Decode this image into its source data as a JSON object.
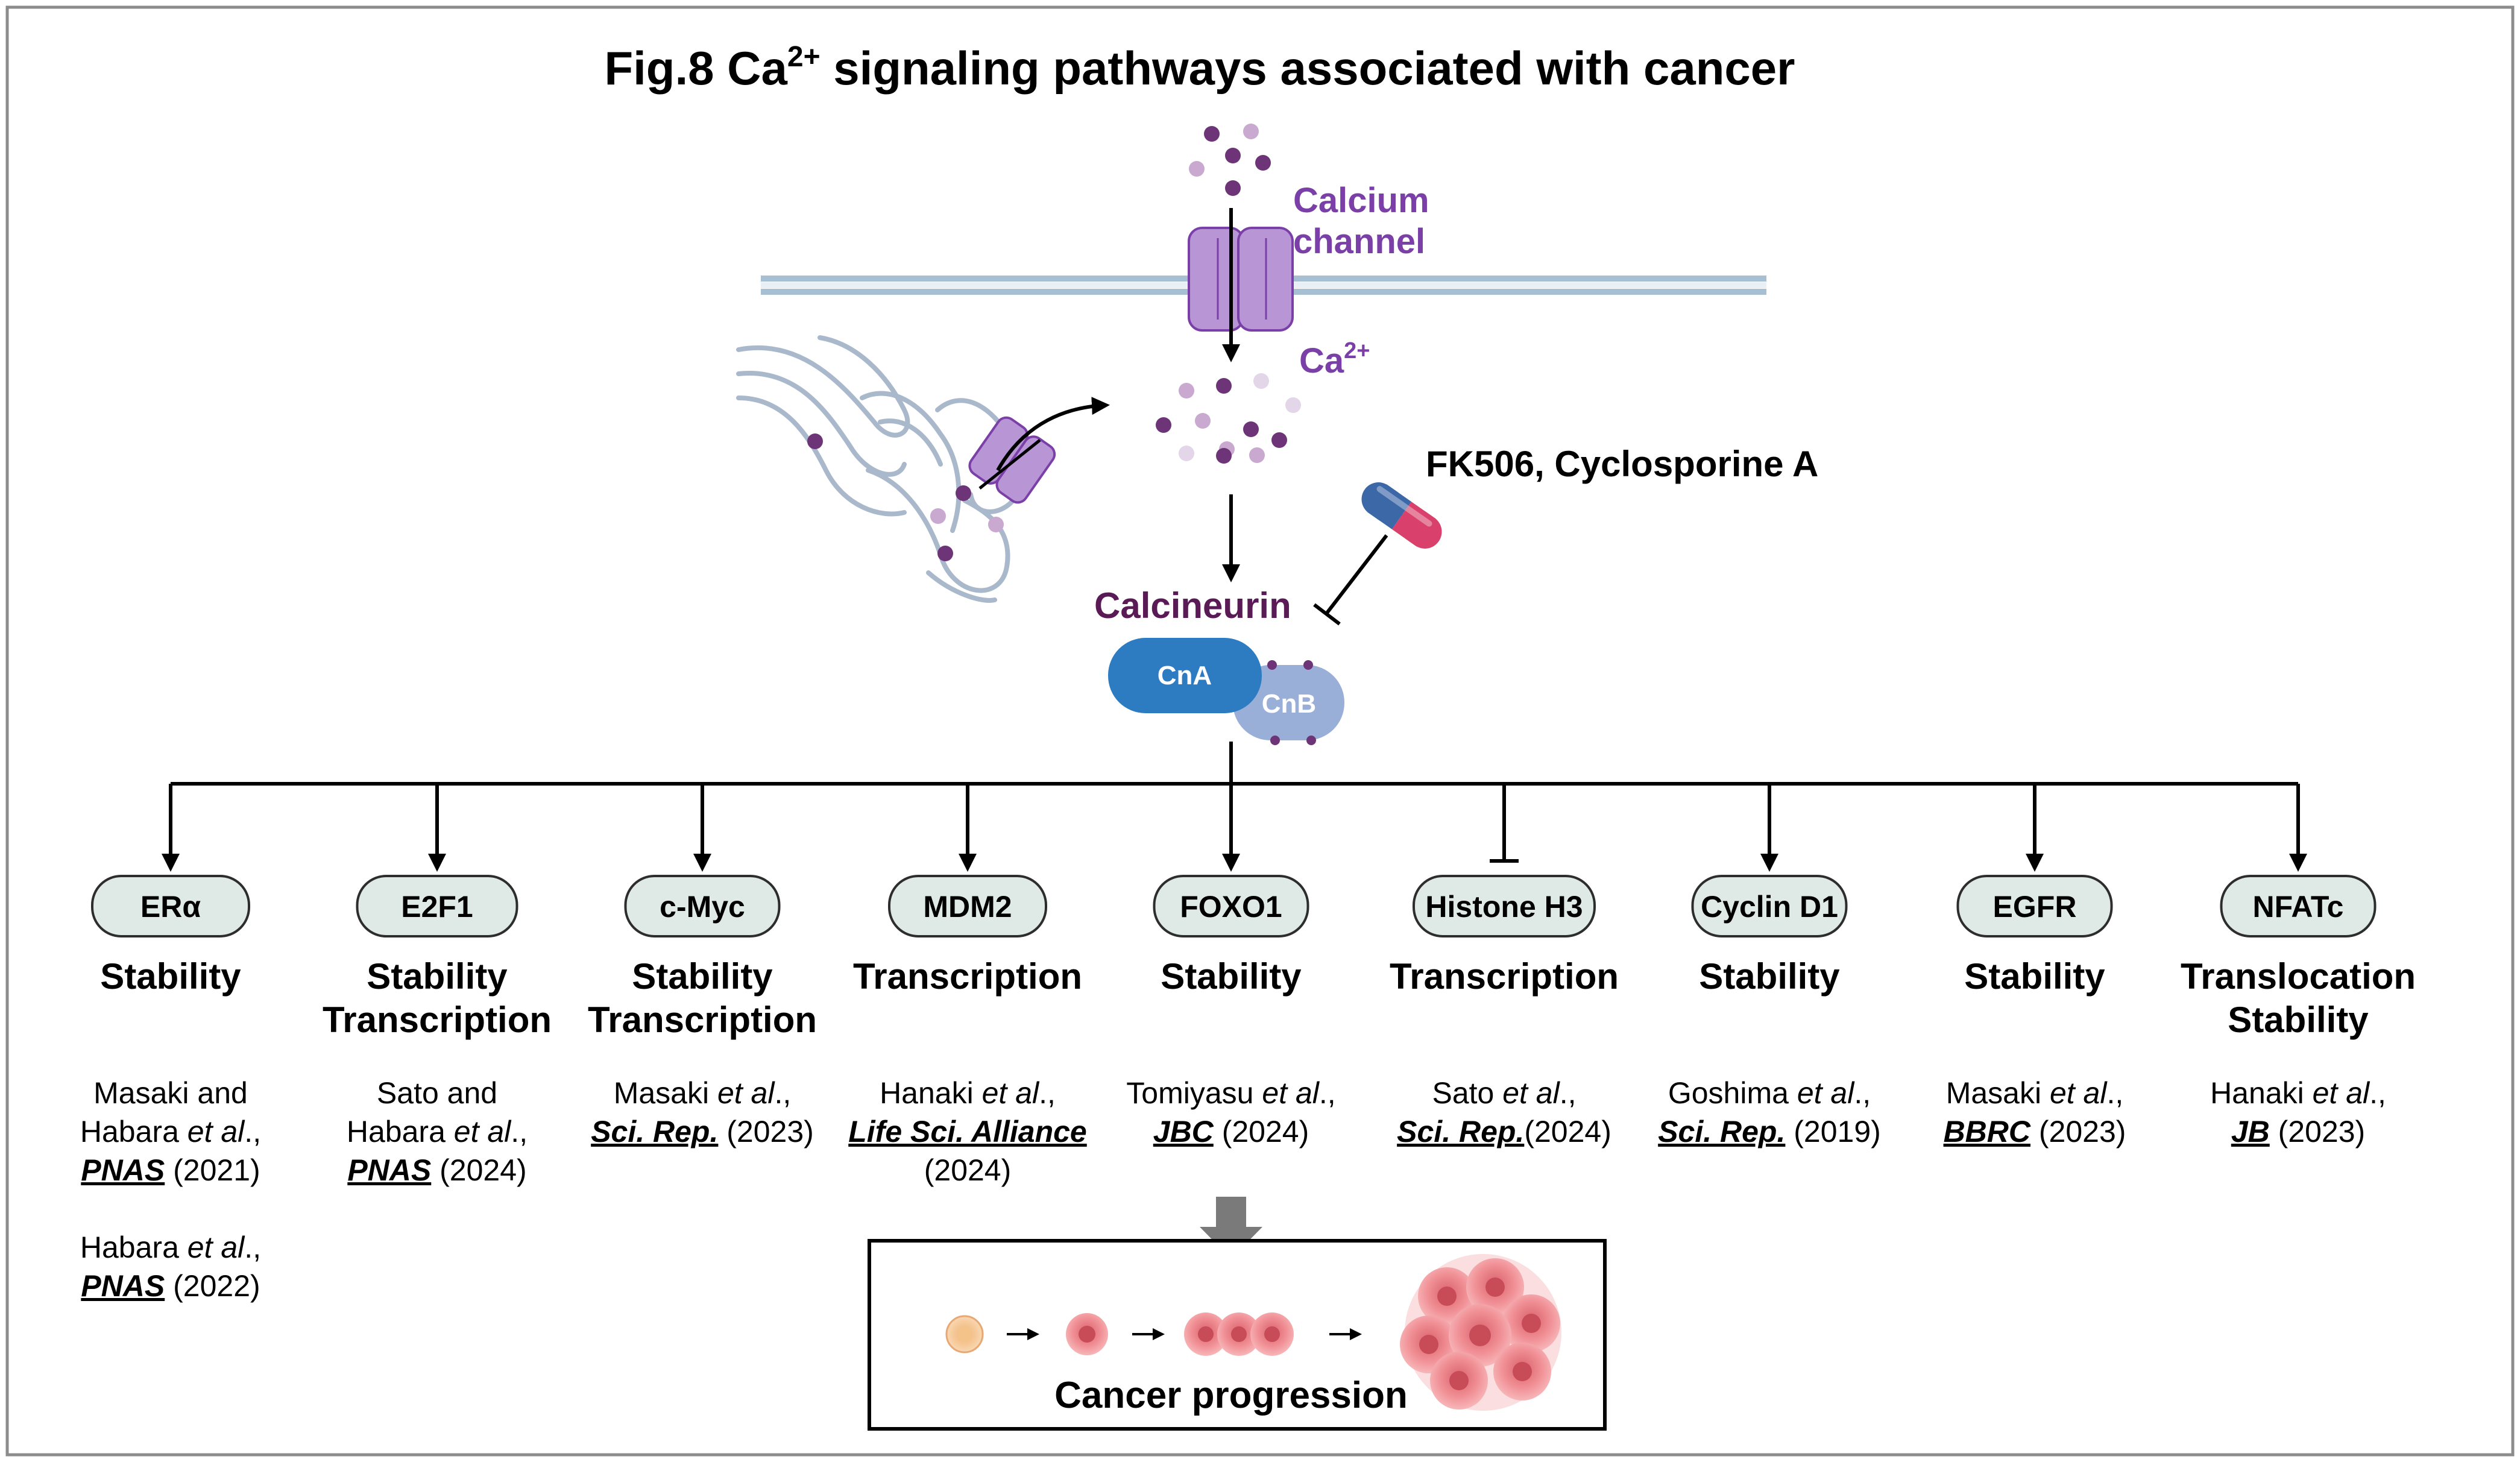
{
  "title": {
    "prefix": "Fig.8 Ca",
    "superscript": "2+",
    "suffix": " signaling pathways associated with cancer"
  },
  "labels": {
    "calcium_channel_line1": "Calcium",
    "calcium_channel_line2": "channel",
    "ca_ion": "Ca",
    "ca_ion_sup": "2+",
    "inhibitors": "FK506, Cyclosporine A",
    "calcineurin": "Calcineurin",
    "cna": "CnA",
    "cnb": "CnB",
    "cancer_progression": "Cancer progression"
  },
  "targets": [
    {
      "name": "ERα",
      "effect1": "Stability",
      "effect2": "",
      "arrow": "activate",
      "refs": [
        [
          {
            "t": "Masaki and"
          }
        ],
        [
          {
            "t": "Habara "
          },
          {
            "t": "et al",
            "i": true
          },
          {
            "t": ".,"
          }
        ],
        [
          {
            "t": "PNAS",
            "j": true
          },
          {
            "t": " (2021)"
          }
        ],
        [],
        [
          {
            "t": "Habara "
          },
          {
            "t": "et al",
            "i": true
          },
          {
            "t": ".,"
          }
        ],
        [
          {
            "t": "PNAS",
            "j": true
          },
          {
            "t": " (2022)"
          }
        ]
      ]
    },
    {
      "name": "E2F1",
      "effect1": "Stability",
      "effect2": "Transcription",
      "arrow": "activate",
      "refs": [
        [
          {
            "t": "Sato and"
          }
        ],
        [
          {
            "t": "Habara "
          },
          {
            "t": "et al",
            "i": true
          },
          {
            "t": ".,"
          }
        ],
        [
          {
            "t": "PNAS",
            "j": true
          },
          {
            "t": " (2024)"
          }
        ]
      ]
    },
    {
      "name": "c-Myc",
      "effect1": "Stability",
      "effect2": "Transcription",
      "arrow": "activate",
      "refs": [
        [
          {
            "t": "Masaki "
          },
          {
            "t": "et al",
            "i": true
          },
          {
            "t": ".,"
          }
        ],
        [
          {
            "t": "Sci. Rep.",
            "j": true
          },
          {
            "t": " (2023)"
          }
        ]
      ]
    },
    {
      "name": "MDM2",
      "effect1": "Transcription",
      "effect2": "",
      "arrow": "activate",
      "refs": [
        [
          {
            "t": "Hanaki "
          },
          {
            "t": "et al",
            "i": true
          },
          {
            "t": ".,"
          }
        ],
        [
          {
            "t": "Life Sci. Alliance",
            "j": true
          }
        ],
        [
          {
            "t": "(2024)"
          }
        ]
      ]
    },
    {
      "name": "FOXO1",
      "effect1": "Stability",
      "effect2": "",
      "arrow": "activate",
      "refs": [
        [
          {
            "t": "Tomiyasu "
          },
          {
            "t": "et al",
            "i": true
          },
          {
            "t": ".,"
          }
        ],
        [
          {
            "t": "JBC",
            "j": true
          },
          {
            "t": " (2024)"
          }
        ]
      ]
    },
    {
      "name": "Histone H3",
      "effect1": "Transcription",
      "effect2": "",
      "arrow": "inhibit",
      "refs": [
        [
          {
            "t": "Sato "
          },
          {
            "t": "et al",
            "i": true
          },
          {
            "t": ".,"
          }
        ],
        [
          {
            "t": "Sci. Rep.",
            "j": true
          },
          {
            "t": "(2024)"
          }
        ]
      ]
    },
    {
      "name": "Cyclin D1",
      "effect1": "Stability",
      "effect2": "",
      "arrow": "activate",
      "refs": [
        [
          {
            "t": "Goshima "
          },
          {
            "t": "et al",
            "i": true
          },
          {
            "t": ".,"
          }
        ],
        [
          {
            "t": "Sci. Rep.",
            "j": true
          },
          {
            "t": " (2019)"
          }
        ]
      ]
    },
    {
      "name": "EGFR",
      "effect1": "Stability",
      "effect2": "",
      "arrow": "activate",
      "refs": [
        [
          {
            "t": "Masaki "
          },
          {
            "t": "et al",
            "i": true
          },
          {
            "t": ".,"
          }
        ],
        [
          {
            "t": "BBRC",
            "j": true
          },
          {
            "t": " (2023)"
          }
        ]
      ]
    },
    {
      "name": "NFATc",
      "effect1": "Translocation",
      "effect2": "Stability",
      "arrow": "activate",
      "refs": [
        [
          {
            "t": "Hanaki "
          },
          {
            "t": "et al",
            "i": true
          },
          {
            "t": ".,"
          }
        ],
        [
          {
            "t": "JB",
            "j": true
          },
          {
            "t": " (2023)"
          }
        ]
      ]
    }
  ],
  "colors": {
    "calcium_purple": "#7b3fa8",
    "cna_blue": "#2d7cc2",
    "cnb_lavender": "#9aafd8",
    "target_fill": "#dfe9e6",
    "membrane_blue": "#a7bfd2",
    "channel_purple": "#b896d6"
  },
  "icons": [
    "calcium-channel-icon",
    "endoplasmic-reticulum-icon",
    "drug-capsule-icon",
    "calcineurin-complex-icon",
    "cancer-cell-progression-icon"
  ]
}
